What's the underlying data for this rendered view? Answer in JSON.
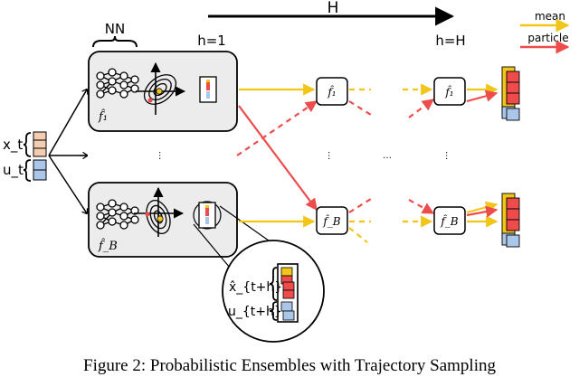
{
  "diagram": {
    "horizon_label": "H",
    "nn_label": "NN",
    "h_first_label": "h=1",
    "h_last_label": "h=H",
    "legend": {
      "mean_label": "mean",
      "particle_label": "particle"
    },
    "ensemble_top_label": "f̂₁",
    "ensemble_bottom_label": "f̂_B",
    "model_top_label": "f̂₁",
    "model_bottom_label": "f̂_B",
    "input_labels": {
      "state": "x_t",
      "action": "u_t"
    },
    "zoom_labels": {
      "state": "x̂_{t+h}",
      "action": "u_{t+h}"
    },
    "ellipsis": "…",
    "colors": {
      "mean": "#f2c618",
      "particle": "#ee4b4b",
      "state_fill": "#f4cdb0",
      "action_fill": "#aac7ea",
      "box_fill": "#ececec"
    }
  },
  "caption": "Figure 2: Probabilistic Ensembles with Trajectory Sampling"
}
